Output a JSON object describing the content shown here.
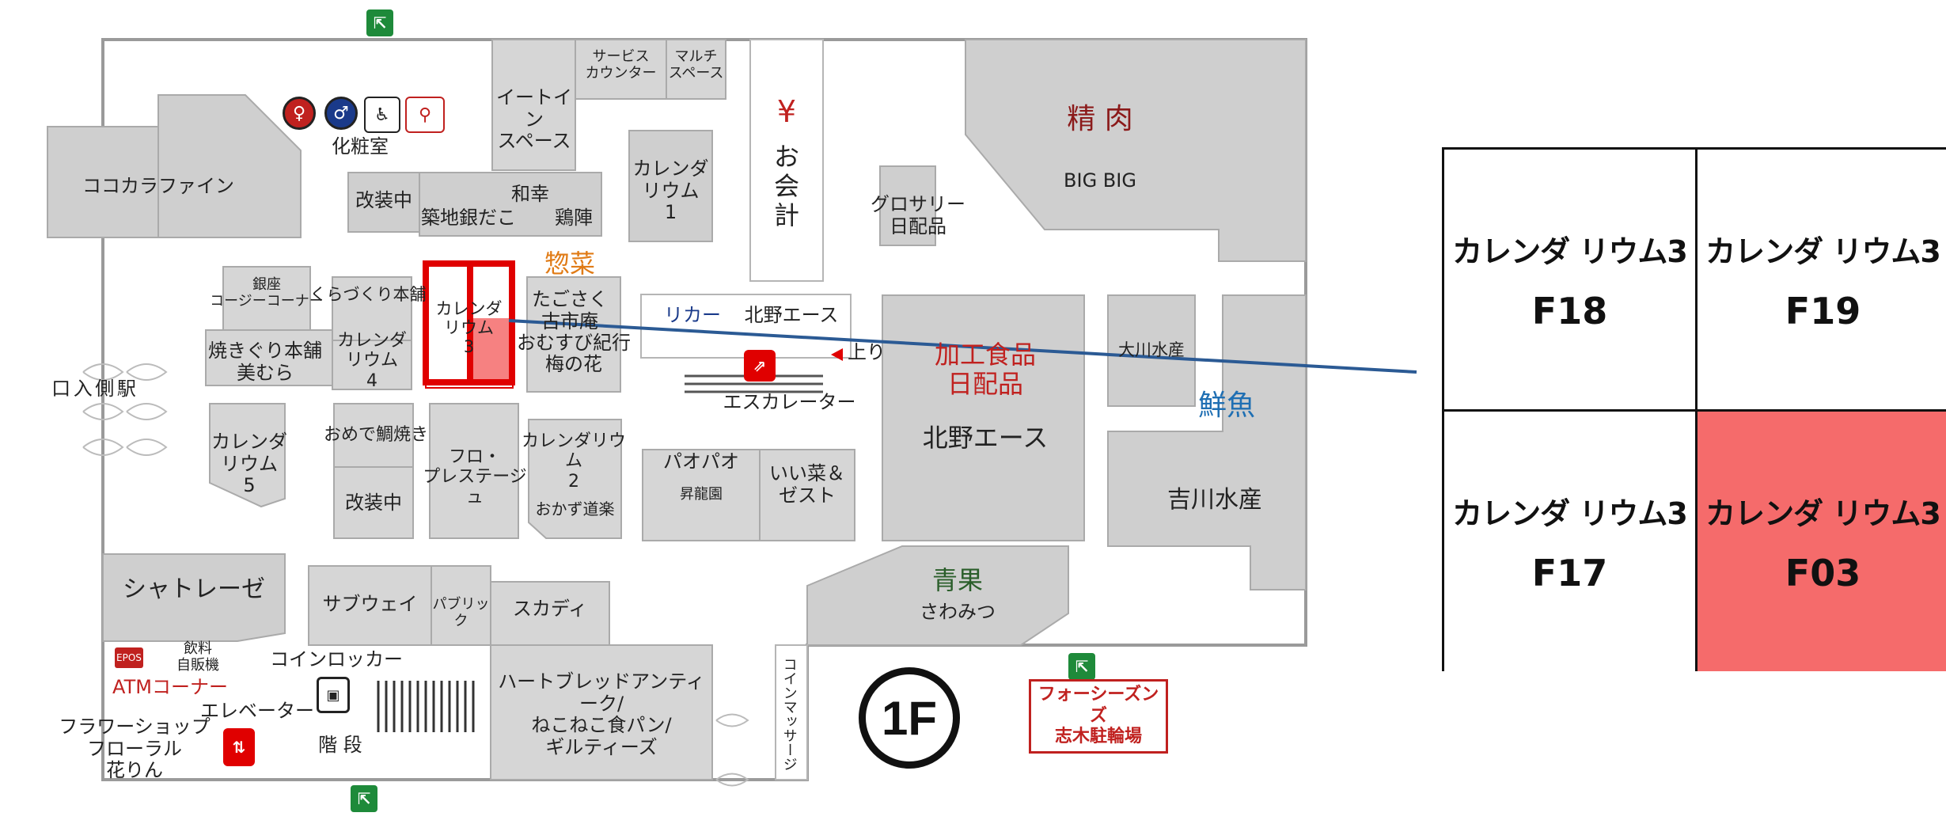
{
  "floor": "1F",
  "colors": {
    "highlight": "#f56b6b",
    "frame": "#e00000",
    "connector": "#2b5a94",
    "exit": "#1e8a3a"
  },
  "icons": {
    "exit": "exit-icon",
    "restroom_female": "female-restroom-icon",
    "restroom_male": "male-restroom-icon",
    "accessible": "wheelchair-icon",
    "nursing": "nursing-room-icon",
    "yen": "yen-icon",
    "escalator": "escalator-icon",
    "elevator": "elevator-icon",
    "locker": "coin-locker-icon"
  },
  "labels": {
    "restroom": "化粧室",
    "cococara": "ココカラファイン",
    "eatin": "イートイン\nスペース",
    "service": "サービス\nカウンター",
    "multi": "マルチ\nスペース",
    "yen": "¥",
    "kaikei": "お\n会\n計",
    "seiniku": "精 肉",
    "bigbig": "BIG BIG",
    "kaisouchu1": "改装中",
    "wako": "和幸",
    "tsukiji": "築地銀だこ",
    "toritin": "鶏陣",
    "cal1": "カレンダ\nリウム\n1",
    "grocery": "グロサリー\n日配品",
    "souzai": "惣菜",
    "ginza": "銀座\nコージーコーナー",
    "kura": "くらづくり本舗",
    "cal3_map": "カレンダ\nリウム\n3",
    "tagosaku": "たごさく\n古市庵",
    "omusubi": "おむすび紀行",
    "umenohana": "梅の花",
    "liquor": "リカー",
    "kitano_liquor": "北野エース",
    "nobori": "上り",
    "escalator": "エスカレーター",
    "kakou": "加工食品\n日配品",
    "kitano": "北野エース",
    "okawa": "大川水産",
    "sengyo": "鮮魚",
    "yakigiri": "焼きぐり本舗\n美むら",
    "cal4": "カレンダ\nリウム\n4",
    "entrance": "駅\n側\n入\n口",
    "cal5": "カレンダ\nリウム\n5",
    "omedetai": "おめで鯛焼き",
    "kaisouchu2": "改装中",
    "furo": "フロ・\nプレステージュ",
    "cal2": "カレンダリウム\n2",
    "okazu": "おかず道楽",
    "paopao": "パオパオ",
    "shoryuen": "昇龍園",
    "iinasai": "いい菜＆\nゼスト",
    "yoshikawa": "吉川水産",
    "chateraise": "シャトレーゼ",
    "subway": "サブウェイ",
    "public": "パブリック",
    "scudy": "スカディ",
    "seika": "青果",
    "sawamitsu": "さわみつ",
    "drinks": "飲料\n自販機",
    "epos": "EPOS",
    "atm": "ATMコーナー",
    "locker": "コインロッカー",
    "elevator": "エレベーター",
    "flower": "フラワーショップ\nフローラル\n花りん",
    "stairs": "階 段",
    "heartbread": "ハートブレッドアンティーク/\nねこねこ食パン/\nギルティーズ",
    "massage": "コインマッサージ",
    "bike": "フォーシーズンズ\n志木駐輪場"
  },
  "detail_grid": [
    {
      "name": "カレンダ リウム3",
      "code": "F18",
      "highlighted": false
    },
    {
      "name": "カレンダ リウム3",
      "code": "F19",
      "highlighted": false
    },
    {
      "name": "カレンダ リウム3",
      "code": "F17",
      "highlighted": false
    },
    {
      "name": "カレンダ リウム3",
      "code": "F03",
      "highlighted": true
    }
  ]
}
